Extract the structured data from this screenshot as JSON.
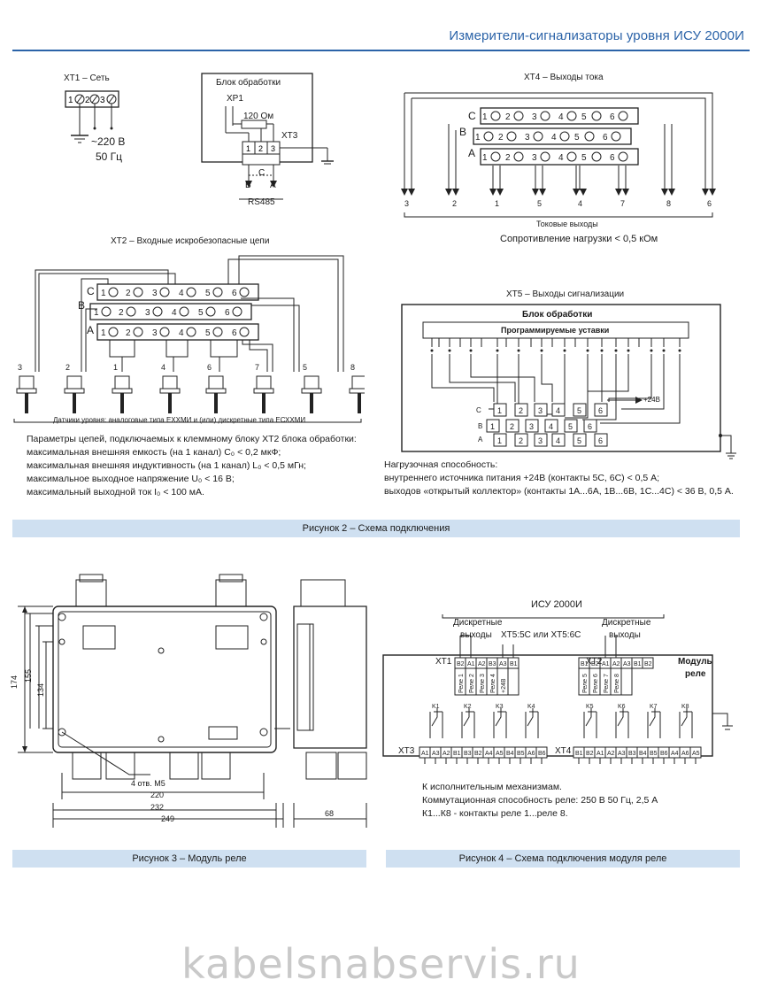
{
  "header": {
    "title": "Измерители-сигнализаторы уровня ИСУ 2000И"
  },
  "xt1": {
    "title": "XT1 – Сеть",
    "voltage": "~220 В",
    "freq": "50 Гц",
    "pins": [
      "1",
      "2",
      "3"
    ]
  },
  "block1": {
    "title": "Блок обработки",
    "xp1": "XP1",
    "resistor": "120 Ом",
    "xt3": "XT3",
    "pins": [
      "1",
      "2",
      "3"
    ],
    "c": "C",
    "b": "B",
    "a": "A",
    "rs": "RS485"
  },
  "xt4": {
    "title": "XT4 – Выходы тока",
    "rows": [
      "C",
      "B",
      "A"
    ],
    "outputs": [
      "3",
      "2",
      "1",
      "5",
      "4",
      "7",
      "8",
      "6"
    ],
    "bus_label": "Токовые выходы",
    "load": "Сопротивление нагрузки < 0,5 кОм"
  },
  "xt2": {
    "title": "XT2 – Входные искробезопасные цепи",
    "rows": [
      "C",
      "B",
      "A"
    ],
    "sensors": [
      "3",
      "2",
      "1",
      "4",
      "6",
      "7",
      "5",
      "8"
    ],
    "sensors_caption": "Датчики уровня: аналоговые типа ЕХХМИ и (или) дискретные типа ЕСХХМИ",
    "params": [
      "Параметры цепей, подключаемых к клеммному блоку XT2 блока обработки:",
      "максимальная внешняя емкость (на 1 канал) C₀ < 0,2 мкФ;",
      "максимальная внешняя индуктивность (на 1 канал) L₀ < 0,5 мГн;",
      "максимальное выходное напряжение U₀ < 16 В;",
      "максимальный выходной ток I₀ < 100 мА."
    ]
  },
  "xt5": {
    "title": "XT5 – Выходы сигнализации",
    "block": "Блок обработки",
    "settings": "Программируемые уставки",
    "v24": "+24В",
    "rows": [
      "C",
      "B",
      "A"
    ],
    "notes": [
      "Нагрузочная способность:",
      "внутреннего источника питания +24В (контакты 5С, 6С) < 0,5 А;",
      "выходов «открытый коллектор» (контакты 1А...6А, 1В...6В, 1С...4С) < 36 В, 0,5 А."
    ]
  },
  "figure2": {
    "caption": "Рисунок 2 – Схема подключения"
  },
  "figure3": {
    "caption": "Рисунок 3 – Модуль реле",
    "dims": {
      "h174": "174",
      "h155": "155",
      "h134": "134",
      "w220": "220",
      "w232": "232",
      "w249": "249",
      "w68": "68",
      "holes": "4 отв. M5"
    }
  },
  "figure4": {
    "caption": "Рисунок 4 – Схема подключения модуля реле",
    "device": "ИСУ 2000И",
    "discrete": "Дискретные",
    "outputs": "выходы",
    "xt5cs": "XT5:5С или XT5:6С",
    "xt1": "XT1",
    "xt2": "XT2",
    "xt3": "XT3",
    "xt4": "XT4",
    "module": "Модуль",
    "module2": "реле",
    "xt1_pins": [
      "B2",
      "A1",
      "A2",
      "B3",
      "A3",
      "B1"
    ],
    "xt1_relays": [
      "Реле 1",
      "Реле 2",
      "Реле 3",
      "Реле 4",
      "+24В"
    ],
    "xt2_pins": [
      "B1",
      "B2",
      "A1",
      "A2",
      "A3",
      "B1",
      "B2"
    ],
    "xt2_relays": [
      "Реле 5",
      "Реле 6",
      "Реле 7",
      "Реле 8"
    ],
    "relays": [
      "K1",
      "K2",
      "K3",
      "K4",
      "K5",
      "K6",
      "K7",
      "K8"
    ],
    "xt3_pins": [
      "A1",
      "A3",
      "A2",
      "B1",
      "B3",
      "B2",
      "A4",
      "A5",
      "B4",
      "B5",
      "A6",
      "B6"
    ],
    "xt4_pins": [
      "B1",
      "B2",
      "A1",
      "A2",
      "A3",
      "B3",
      "B4",
      "B5",
      "B6",
      "A4",
      "A6",
      "A5"
    ],
    "notes": [
      "К исполнительным механизмам.",
      "Коммутационная способность реле:  250 В 50 Гц, 2,5 А",
      "К1...К8 - контакты реле 1...реле 8."
    ]
  },
  "watermark": "kabelsnabservis.ru"
}
